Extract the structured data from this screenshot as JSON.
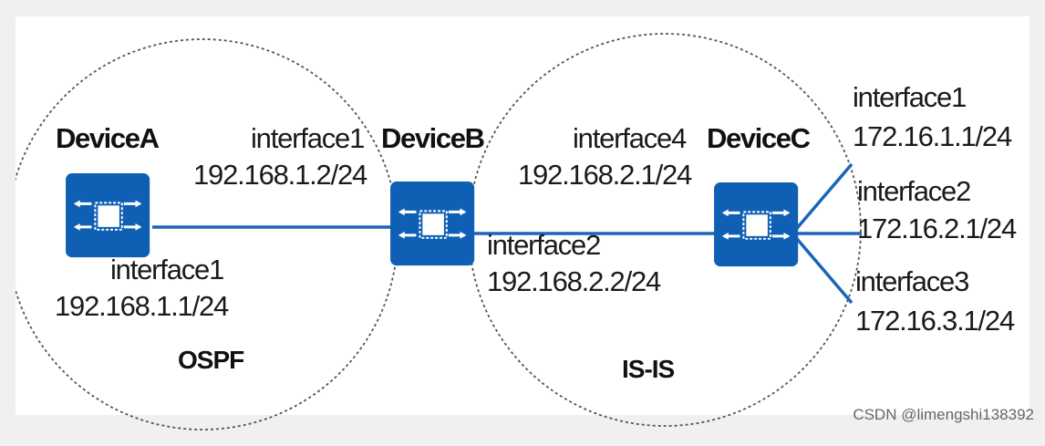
{
  "devices": {
    "a": {
      "name": "DeviceA",
      "iface": "interface1",
      "ip": "192.168.1.1/24"
    },
    "b": {
      "name": "DeviceB",
      "iface_left": "interface1",
      "ip_left": "192.168.1.2/24",
      "iface_right": "interface2",
      "ip_right": "192.168.2.2/24"
    },
    "c": {
      "name": "DeviceC",
      "iface_left": "interface4",
      "ip_left": "192.168.2.1/24",
      "ifaces": [
        {
          "iface": "interface1",
          "ip": "172.16.1.1/24"
        },
        {
          "iface": "interface2",
          "ip": "172.16.2.1/24"
        },
        {
          "iface": "interface3",
          "ip": "172.16.3.1/24"
        }
      ]
    }
  },
  "areas": {
    "left": "OSPF",
    "right": "IS-IS"
  },
  "watermark": "CSDN @limengshi138392",
  "colors": {
    "device": "#0f60b5",
    "link": "#1b64b8",
    "circle": "#555555"
  },
  "icon": "router-icon"
}
